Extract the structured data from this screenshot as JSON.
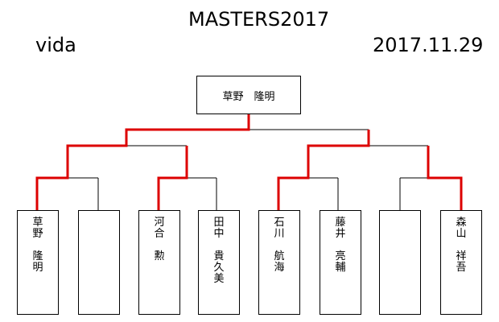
{
  "header": {
    "title": "MASTERS2017",
    "venue": "vida",
    "date": "2017.11.29"
  },
  "winner": "草野　隆明",
  "players": [
    "草野\n\n隆明",
    "",
    "河合\n\n勲",
    "田中\n\n貴久美",
    "石川\n\n航海",
    "藤井\n\n亮輔",
    "",
    "森山\n\n祥吾"
  ],
  "colors": {
    "line": "#000000",
    "advance": "#dd0000"
  }
}
